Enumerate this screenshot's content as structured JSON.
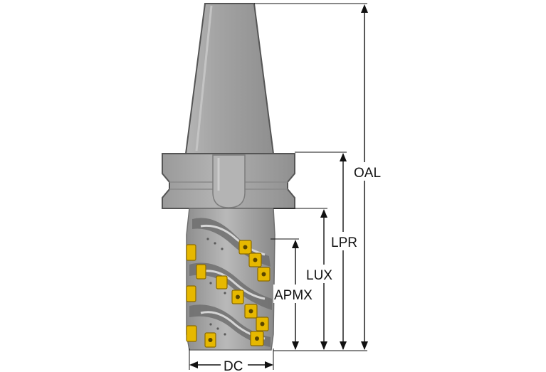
{
  "diagram": {
    "subject": "milling cutter with taper shank",
    "labels": {
      "oal": "OAL",
      "lpr": "LPR",
      "lux": "LUX",
      "apmx": "APMX",
      "dc": "DC"
    },
    "colors": {
      "body": "#a7a7a7",
      "body_light": "#c8c8c8",
      "body_dark": "#7c7c7c",
      "insert": "#e6b800",
      "insert_dark": "#8a6a00",
      "line": "#111111"
    }
  }
}
